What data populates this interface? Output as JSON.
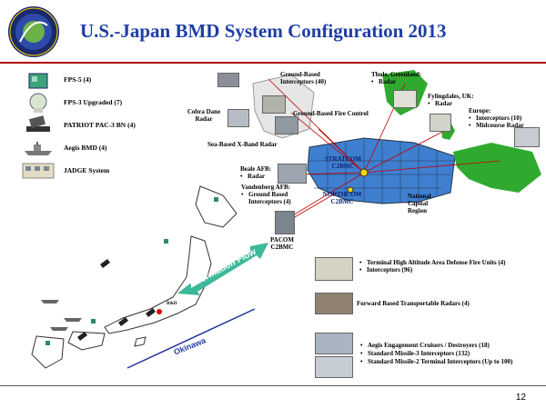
{
  "header": {
    "title": "U.S.-Japan BMD System Configuration 2013",
    "seal_text": "MISSILE DEFENSE AGENCY",
    "page_number": "12"
  },
  "legend": [
    {
      "icon": "fps5-radar-icon",
      "label": "FPS-5 (4)"
    },
    {
      "icon": "fps3-radar-icon",
      "label": "FPS-3 Upgraded (7)"
    },
    {
      "icon": "patriot-launcher-icon",
      "label": "PATRIOT PAC-3 BN (4)"
    },
    {
      "icon": "aegis-ship-icon",
      "label": "Aegis BMD (4)"
    },
    {
      "icon": "jadge-system-icon",
      "label": "JADGE System"
    }
  ],
  "map_labels": {
    "gbi_alaska": "Ground-Based Interceptors (40)",
    "ground_fire_control": "Ground-Based Fire Control",
    "cobra_dane": "Cobra Dane Radar",
    "sbx": "Sea-Based X-Band Radar",
    "thule_title": "Thule, Greenland:",
    "thule_item": "Radar",
    "fylingdales_title": "Fylingdales, UK:",
    "fylingdales_item": "Radar",
    "europe_title": "Europe:",
    "europe_items": [
      "Interceptors (10)",
      "Midcourse Radar"
    ],
    "beale_title": "Beale AFB:",
    "beale_item": "Radar",
    "vandenberg_title": "Vandenberg AFB:",
    "vandenberg_item": "Ground Based Interceptors (4)",
    "stratcom": "STRATCOM C2BMC",
    "northcom": "NORTHCOM C2BMC",
    "national_capital": "National Capital Region",
    "pacom": "PACOM C2BMC",
    "information_flow": "Information Flow",
    "okinawa": "Okinawa",
    "small_label": "R&D"
  },
  "systems": {
    "thaad_items": [
      "Terminal High Altitude Area Defense Fire Units (4)",
      "Interceptors (96)"
    ],
    "tpy2": "Forward Based Transportable Radars (4)",
    "aegis_items": [
      "Aegis Engagement Cruisers / Destroyers (18)",
      "Standard Missile-3 Interceptors (132)",
      "Standard Missile-2 Terminal Interceptors (Up to 100)"
    ]
  },
  "colors": {
    "title": "#1f3fa6",
    "rule": "#b00000",
    "usa_map": "#3f7fd0",
    "europe_map": "#2faa2f",
    "alaska_map": "#e6e6e6",
    "greenland_map": "#2faa2f",
    "link_lines": "#c00000",
    "flow_arrow": "#3cb89a"
  }
}
